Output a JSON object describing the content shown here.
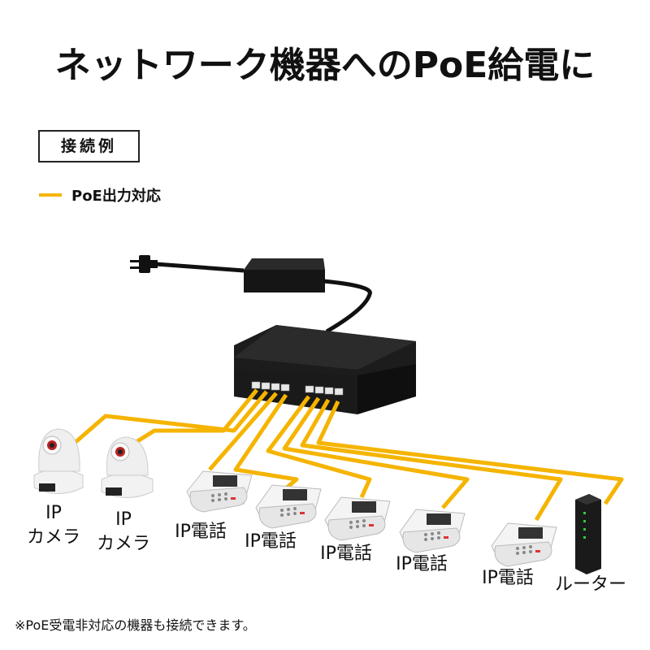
{
  "title": "ネットワーク機器へのPoE給電に",
  "section_label": "接続例",
  "legend": {
    "label": "PoE出力対応",
    "color": "#f5b400"
  },
  "devices": [
    {
      "line1": "IP",
      "line2": "カメラ"
    },
    {
      "line1": "IP",
      "line2": "カメラ"
    },
    {
      "line1": "IP電話"
    },
    {
      "line1": "IP電話"
    },
    {
      "line1": "IP電話"
    },
    {
      "line1": "IP電話"
    },
    {
      "line1": "IP電話"
    },
    {
      "line1": "ルーター"
    }
  ],
  "footnote": "※PoE受電非対応の機器も接続できます。"
}
